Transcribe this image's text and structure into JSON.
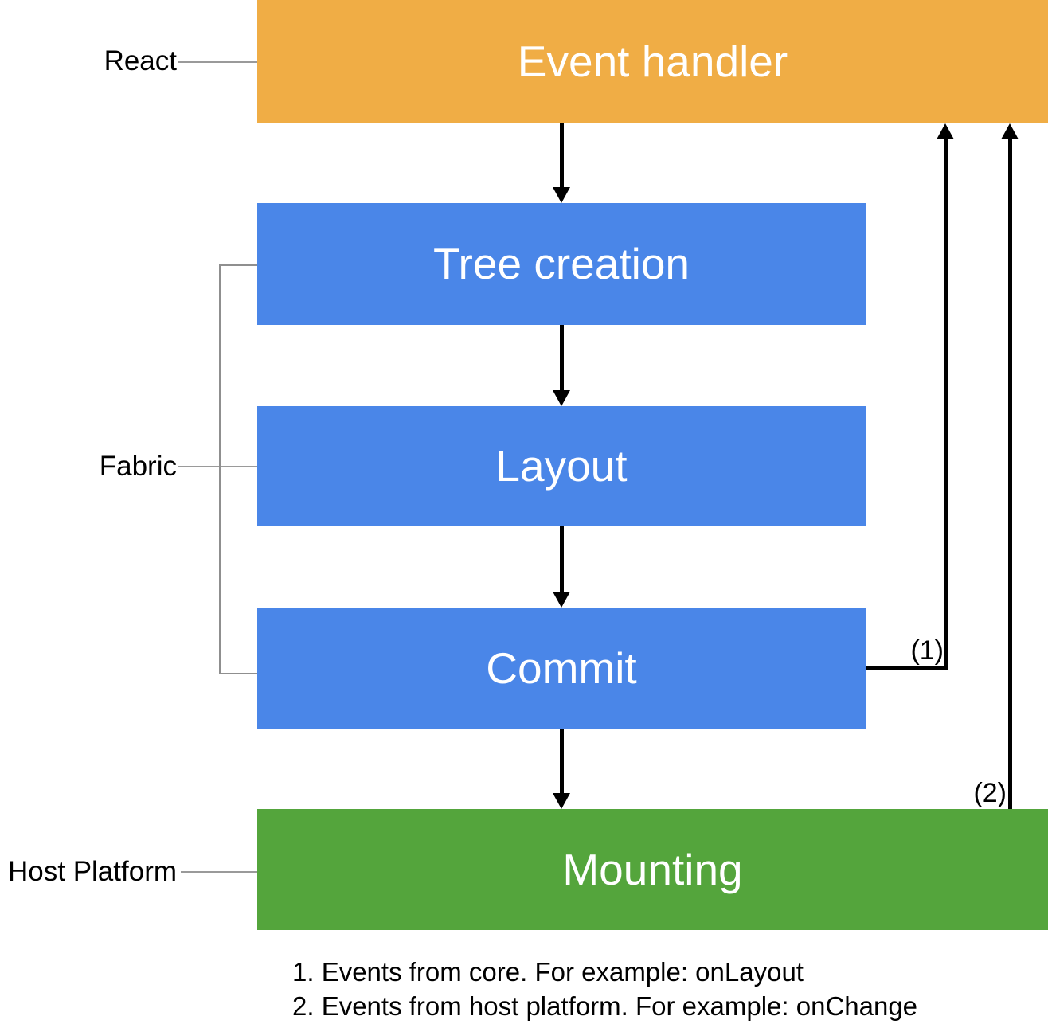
{
  "boxes": {
    "event_handler": "Event handler",
    "tree_creation": "Tree creation",
    "layout": "Layout",
    "commit": "Commit",
    "mounting": "Mounting"
  },
  "side_labels": {
    "react": "React",
    "fabric": "Fabric",
    "host_platform": "Host Platform"
  },
  "arrow_labels": {
    "one": "(1)",
    "two": "(2)"
  },
  "footnotes": [
    "1. Events from core. For example: onLayout",
    "2. Events from host platform. For example: onChange"
  ],
  "colors": {
    "react_layer_box": "#F0AD45",
    "fabric_layer_box": "#4A86E8",
    "host_platform_layer_box": "#54A53C",
    "box_text": "#FFFFFF",
    "label_text": "#000000",
    "arrow": "#000000",
    "connector_line": "#9A9A9A",
    "bracket_line": "#8F8F8F",
    "background": "#FFFFFF"
  }
}
